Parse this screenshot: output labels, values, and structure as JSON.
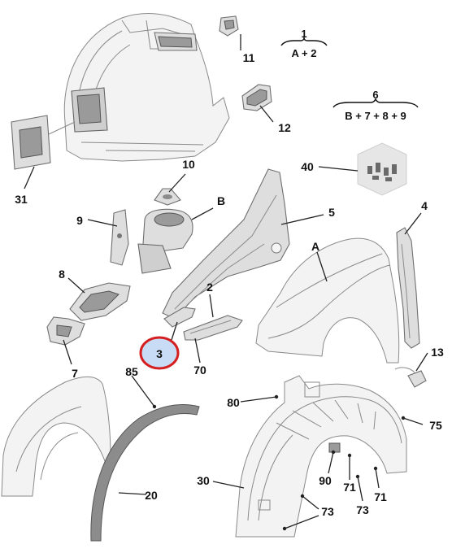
{
  "parts": {
    "p1": "1",
    "p2": "2",
    "p3": "3",
    "p4": "4",
    "p5": "5",
    "p6": "6",
    "p7": "7",
    "p8": "8",
    "p9": "9",
    "p10": "10",
    "p11": "11",
    "p12": "12",
    "p13": "13",
    "p20": "20",
    "p30": "30",
    "p31": "31",
    "p40": "40",
    "p70": "70",
    "p71a": "71",
    "p71b": "71",
    "p73a": "73",
    "p73b": "73",
    "p75": "75",
    "p80": "80",
    "p85": "85",
    "p90": "90",
    "pA": "A",
    "pB": "B"
  },
  "formulas": {
    "f1": "A + 2",
    "f6": "B + 7 + 8 + 9"
  },
  "highlight": {
    "label": "3",
    "ring_color": "#d42020",
    "fill_color": "#c9dcf5"
  }
}
